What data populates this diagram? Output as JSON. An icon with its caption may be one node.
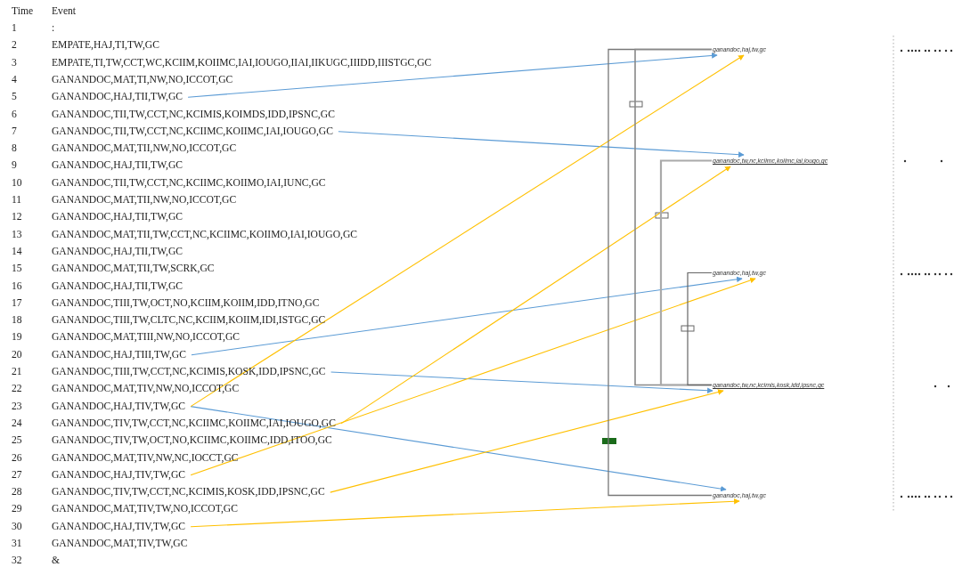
{
  "diagram": {
    "nodes": [
      {
        "text": [
          ":"
        ],
        "beside": [
          "1"
        ]
      },
      {
        "text": [
          "EMPATE,HAJ,TI,TW,GC"
        ],
        "beside": [
          "2"
        ]
      },
      {
        "text": [
          "EMPATE,TI,TW,CCT,WC,KCIIM,KOIIMC,IAI,IOUGO,IIAI,IIKUGC,IIIDD,IIISTGC,GC"
        ],
        "beside": [
          "3"
        ]
      },
      {
        "text": [
          "GANANDOC,MAT,TI,NW,NO,ICCOT,GC"
        ],
        "beside": [
          "4"
        ]
      },
      {
        "text": [
          "GANANDOC,HAJ,TII,TW,GC"
        ],
        "beside": [
          "5"
        ]
      },
      {
        "text": [
          "GANANDOC,TII,TW,CCT,NC,KCIMIS,KOIMDS,IDD,IPSNC,GC"
        ],
        "beside": [
          "6"
        ]
      },
      {
        "text": [
          "GANANDOC,TII,TW,CCT,NC,KCIIMC,KOIIMC,IAI,IOUGO,GC"
        ],
        "beside": [
          "7"
        ]
      },
      {
        "text": [
          "GANANDOC,MAT,TII,NW,NO,ICCOT,GC"
        ],
        "beside": [
          "8"
        ]
      },
      {
        "text": [
          "GANANDOC,HAJ,TII,TW,GC"
        ],
        "beside": [
          "9"
        ]
      },
      {
        "text": [
          "GANANDOC,TII,TW,CCT,NC,KCIIMC,KOIIMO,IAI,IUNC,GC"
        ],
        "beside": [
          "10"
        ]
      },
      {
        "text": [
          "GANANDOC,MAT,TII,NW,NO,ICCOT,GC"
        ],
        "beside": [
          "11"
        ]
      },
      {
        "text": [
          "GANANDOC,HAJ,TII,TW,GC"
        ],
        "beside": [
          "12"
        ]
      },
      {
        "text": [
          "GANANDOC,MAT,TII,TW,CCT,NC,KCIIMC,KOIIMO,IAI,IOUGO,GC"
        ],
        "beside": [
          "13"
        ]
      },
      {
        "text": [
          "GANANDOC,HAJ,TII,TW,GC"
        ],
        "beside": [
          "14"
        ]
      },
      {
        "text": [
          "GANANDOC,MAT,TII,TW,SCRK,GC"
        ],
        "beside": [
          "15"
        ]
      },
      {
        "text": [
          "GANANDOC,HAJ,TII,TW,GC"
        ],
        "beside": [
          "16"
        ]
      },
      {
        "text": [
          "GANANDOC,TIII,TW,OCT,NO,KCIIM,KOIIM,IDD,ITNO,GC"
        ],
        "beside": [
          "17"
        ]
      },
      {
        "text": [
          "GANANDOC,TIII,TW,CLTC,NC,KCIIM,KOIIM,IDI,ISTGC,GC"
        ],
        "beside": [
          "18"
        ]
      },
      {
        "text": [
          "GANANDOC,MAT,TIII,NW,NO,ICCOT,GC"
        ],
        "beside": [
          "19"
        ]
      },
      {
        "text": [
          "GANANDOC,HAJ,TIII,TW,GC"
        ],
        "beside": [
          "20"
        ]
      },
      {
        "text": [
          "GANANDOC,TIII,TW,CCT,NC,KCIMIS,KOSK,IDD,IPSNC,GC"
        ],
        "beside": [
          "21"
        ]
      },
      {
        "text": [
          "GANANDOC,MAT,TIV,NW,NO,ICCOT,GC"
        ],
        "beside": [
          "22"
        ]
      },
      {
        "text": [
          "GANANDOC,HAJ,TIV,TW,GC"
        ],
        "beside": [
          "23"
        ]
      },
      {
        "text": [
          "GANANDOC,TIV,TW,CCT,NC,KCIIMC,KOIIMC,IAI,IOUGO,GC"
        ],
        "beside": [
          "24"
        ]
      },
      {
        "text": [
          "GANANDOC,TIV,TW,OCT,NO,KCIIMC,KOIIMC,IDD,ITOO,GC"
        ],
        "beside": [
          "25"
        ]
      },
      {
        "text": [
          "GANANDOC,MAT,TIV,NW,NC,IOCCT,GC"
        ],
        "beside": [
          "26"
        ]
      },
      {
        "text": [
          "GANANDOC,HAJ,TIV,TW,GC"
        ],
        "beside": [
          "27"
        ]
      },
      {
        "text": [
          "GANANDOC,TIV,TW,CCT,NC,KCIMIS,KOSK,IDD,IPSNC,GC"
        ],
        "beside": [
          "28"
        ]
      },
      {
        "text": [
          "GANANDOC,MAT,TIV,TW,NO,ICCOT,GC"
        ],
        "beside": [
          "29"
        ]
      },
      {
        "text": [
          "GANANDOC,HAJ,TIV,TW,GC"
        ],
        "beside": [
          "30"
        ]
      },
      {
        "text": [
          "GANANDOC,MAT,TIV,TW,GC"
        ],
        "beside": [
          "31"
        ]
      },
      {
        "text": [
          "&"
        ],
        "beside": [
          "32"
        ]
      },
      {
        "text": [
          "ganandoc,haj,tw,gc"
        ]
      },
      {
        "text": [
          "ganandoc,tw,nc,kciimc,koiimc,iai,iougo,gc"
        ]
      },
      {
        "text": [
          "ganandoc,haj,tw,gc"
        ]
      },
      {
        "text": [
          "ganandoc,tw,nc,kcimis,kosk,idd,ipsnc,gc"
        ]
      },
      {
        "text": [
          "ganandoc,haj,tw,gc"
        ]
      }
    ],
    "edges": [
      {
        "from": 4,
        "to": 32,
        "arrow": "to",
        "color": "#5b9bd5"
      },
      {
        "from": 6,
        "to": 33,
        "arrow": "to",
        "color": "#5b9bd5"
      },
      {
        "from": 19,
        "to": 34,
        "arrow": "to",
        "color": "#5b9bd5"
      },
      {
        "from": 20,
        "to": 35,
        "arrow": "to",
        "color": "#5b9bd5"
      },
      {
        "from": 22,
        "to": 36,
        "arrow": "to",
        "color": "#5b9bd5"
      },
      {
        "from": 22,
        "to": 32,
        "arrow": "to",
        "color": "#ffc000"
      },
      {
        "from": 23,
        "to": 33,
        "arrow": "to",
        "color": "#ffc000"
      },
      {
        "from": 26,
        "to": 34,
        "arrow": "to",
        "color": "#ffc000"
      },
      {
        "from": 27,
        "to": 35,
        "arrow": "to",
        "color": "#ffc000"
      },
      {
        "from": 29,
        "to": 36,
        "arrow": "to",
        "color": "#ffc000"
      },
      {
        "from": 32,
        "to": 36,
        "arrow": "none",
        "color": "#777777"
      },
      {
        "from": 32,
        "to": 35,
        "arrow": "none",
        "color": "#888888"
      },
      {
        "from": 33,
        "to": 35,
        "arrow": "none",
        "color": "#aaaaaa"
      },
      {
        "from": 34,
        "to": 35,
        "arrow": "none",
        "color": "#666666"
      }
    ],
    "labels": [
      "Time",
      "Event"
    ]
  }
}
